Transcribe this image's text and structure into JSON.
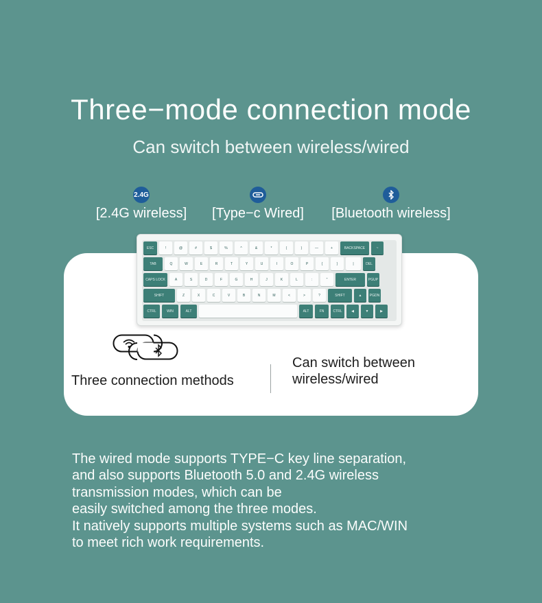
{
  "title": "Three−mode connection mode",
  "subtitle": "Can switch between wireless/wired",
  "modes": [
    {
      "label": "[2.4G wireless]",
      "icon": "wireless-2-4g-icon",
      "icon_text": "2.4G"
    },
    {
      "label": "[Type−c Wired]",
      "icon": "type-c-icon"
    },
    {
      "label": "[Bluetooth wireless]",
      "icon": "bluetooth-icon"
    }
  ],
  "card": {
    "connection_label": "Three connection methods",
    "switch_line1": "Can switch between",
    "switch_line2": "wireless/wired"
  },
  "keyboard": {
    "rows": [
      [
        "ESC",
        "!",
        "@",
        "#",
        "$",
        "%",
        "^",
        "&",
        "*",
        "(",
        ")",
        "—",
        "+",
        "BACKSPACE",
        "~"
      ],
      [
        "TAB",
        "Q",
        "W",
        "E",
        "R",
        "T",
        "Y",
        "U",
        "I",
        "O",
        "P",
        "{",
        "}",
        "|",
        "DEL"
      ],
      [
        "CAPS LOCK",
        "A",
        "S",
        "D",
        "F",
        "G",
        "H",
        "J",
        "K",
        "L",
        ":",
        "\"",
        "ENTER",
        "PGUP"
      ],
      [
        "SHIFT",
        "Z",
        "X",
        "C",
        "V",
        "B",
        "N",
        "M",
        "<",
        ">",
        "?",
        "SHIFT",
        "▲",
        "PGDN"
      ],
      [
        "CTRL",
        "WIN",
        "ALT",
        "",
        "ALT",
        "FN",
        "CTRL",
        "◀",
        "▼",
        "▶"
      ]
    ]
  },
  "description": "The wired mode supports TYPE−C key line separation,\n and also supports Bluetooth 5.0 and 2.4G wireless\ntransmission modes, which can be\neasily switched among the three modes.\nIt natively supports multiple systems such as MAC/WIN\nto meet rich work requirements.",
  "colors": {
    "background": "#5c948e",
    "accent_key": "#3d7f77",
    "icon_blue": "#1f5d9a"
  }
}
